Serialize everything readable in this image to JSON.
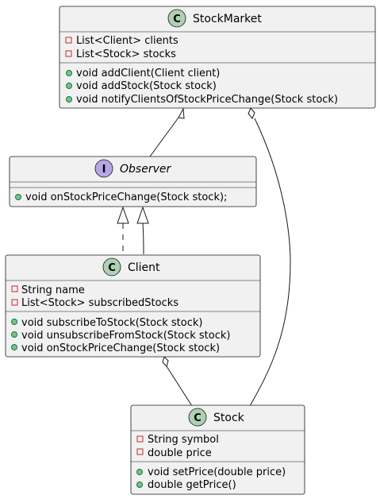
{
  "classes": {
    "stock_market": {
      "badge": "C",
      "name": "StockMarket",
      "fields": [
        "List<Client> clients",
        "List<Stock> stocks"
      ],
      "methods": [
        "void addClient(Client client)",
        "void addStock(Stock stock)",
        "void notifyClientsOfStockPriceChange(Stock stock)"
      ]
    },
    "observer": {
      "badge": "I",
      "name": "Observer",
      "fields": [],
      "methods": [
        "void onStockPriceChange(Stock stock);"
      ]
    },
    "client": {
      "badge": "C",
      "name": "Client",
      "fields": [
        "String name",
        "List<Stock> subscribedStocks"
      ],
      "methods": [
        "void subscribeToStock(Stock stock)",
        "void unsubscribeFromStock(Stock stock)",
        "void onStockPriceChange(Stock stock)"
      ]
    },
    "stock": {
      "badge": "C",
      "name": "Stock",
      "fields": [
        "String symbol",
        "double price"
      ],
      "methods": [
        "void setPrice(double price)",
        "double getPrice()"
      ]
    }
  },
  "colors": {
    "box_fill": "#f1f1f1",
    "class_badge": "#add1b2",
    "interface_badge": "#b4a7e5",
    "private_marker": "#c82930",
    "public_marker": "#84be84"
  }
}
